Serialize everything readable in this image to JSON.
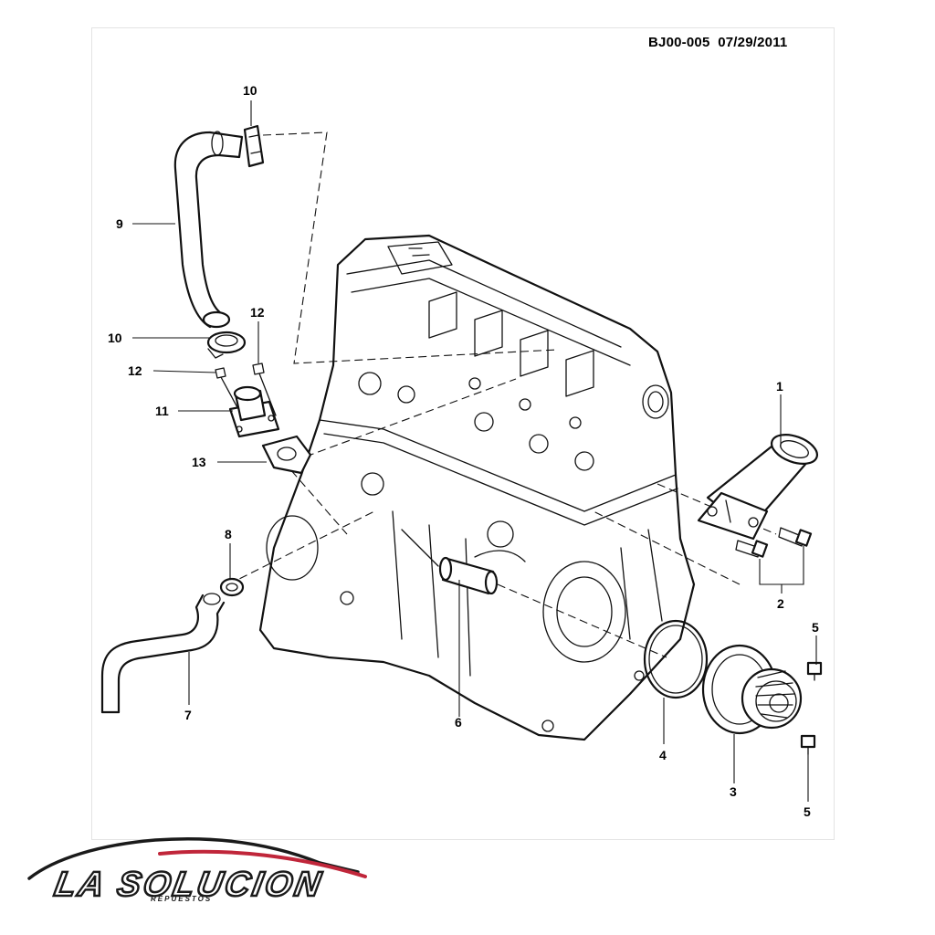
{
  "header": {
    "code": "BJ00-005  07/29/2011"
  },
  "callouts": [
    {
      "id": "c10a",
      "text": "10"
    },
    {
      "id": "c9",
      "text": "9"
    },
    {
      "id": "c10b",
      "text": "10"
    },
    {
      "id": "c12a",
      "text": "12"
    },
    {
      "id": "c12b",
      "text": "12"
    },
    {
      "id": "c11",
      "text": "11"
    },
    {
      "id": "c13",
      "text": "13"
    },
    {
      "id": "c8",
      "text": "8"
    },
    {
      "id": "c7",
      "text": "7"
    },
    {
      "id": "c6",
      "text": "6"
    },
    {
      "id": "c1",
      "text": "1"
    },
    {
      "id": "c2",
      "text": "2"
    },
    {
      "id": "c5a",
      "text": "5"
    },
    {
      "id": "c4",
      "text": "4"
    },
    {
      "id": "c3",
      "text": "3"
    },
    {
      "id": "c5b",
      "text": "5"
    }
  ],
  "logo": {
    "name": "LA SOLUCION",
    "sub": "REPUESTOS",
    "swoosh_color": "#c0263a"
  }
}
